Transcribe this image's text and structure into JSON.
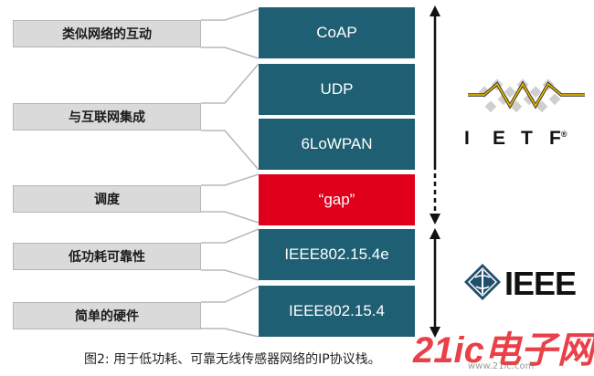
{
  "left_labels": [
    {
      "id": "similar-network-interaction",
      "text": "类似网络的互动"
    },
    {
      "id": "internet-integration",
      "text": "与互联网集成"
    },
    {
      "id": "scheduling",
      "text": "调度"
    },
    {
      "id": "low-power-reliable",
      "text": "低功耗可靠性"
    },
    {
      "id": "simple-hardware",
      "text": "简单的硬件"
    }
  ],
  "stack_layers": [
    {
      "id": "coap",
      "text": "CoAP",
      "color": "#1e5f73"
    },
    {
      "id": "udp",
      "text": "UDP",
      "color": "#1e5f73"
    },
    {
      "id": "6lowpan",
      "text": "6LoWPAN",
      "color": "#1e5f73"
    },
    {
      "id": "gap",
      "text": "“gap”",
      "color": "#e0001b"
    },
    {
      "id": "ieee-802-15-4e",
      "text": "IEEE802.15.4e",
      "color": "#1e5f73"
    },
    {
      "id": "ieee-802-15-4",
      "text": "IEEE802.15.4",
      "color": "#1e5f73"
    }
  ],
  "organizations": {
    "ietf": {
      "letters": [
        "I",
        "E",
        "T",
        "F"
      ],
      "mark": "®",
      "icon": "ietf-zigzag-logo-icon"
    },
    "ieee": {
      "text": "IEEE",
      "icon": "ieee-diamond-logo-icon"
    }
  },
  "caption": "图2: 用于低功耗、可靠无线传感器网络的IP协议栈。",
  "watermark": {
    "main": "21ic电子网",
    "sub": "www.21ic.com"
  },
  "colors": {
    "layer": "#1e5f73",
    "gap": "#e0001b",
    "label_box": "#dadada",
    "connector": "#b5b5b5"
  }
}
